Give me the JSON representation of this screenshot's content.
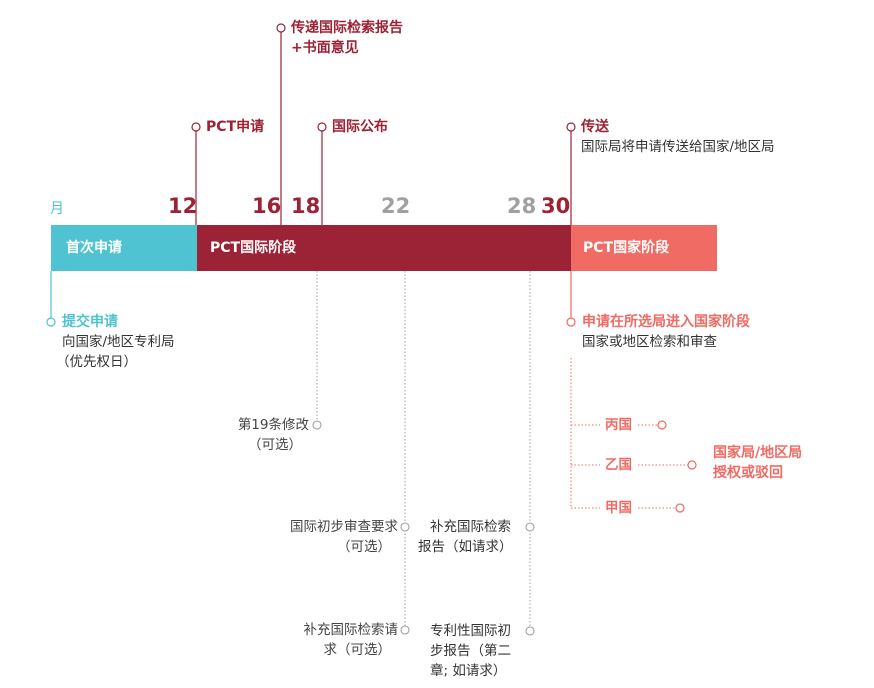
{
  "colors": {
    "teal": "#4fc3d2",
    "crimson": "#9b2335",
    "coral": "#f06b64",
    "gray": "#a0a0a0",
    "dark": "#333333"
  },
  "axis": {
    "unit": "月",
    "ticks": [
      "12",
      "16",
      "18",
      "22",
      "28",
      "30"
    ]
  },
  "phases": {
    "first_filing": "首次申请",
    "pct_international": "PCT国际阶段",
    "pct_national": "PCT国家阶段"
  },
  "events_top": {
    "transmit_report_line1": "传递国际检索报告",
    "transmit_report_line2": "+书面意见",
    "pct_filing": "PCT申请",
    "intl_publication": "国际公布",
    "transmittal_title": "传送",
    "transmittal_desc": "国际局将申请传送给国家/地区局"
  },
  "events_bottom": {
    "submit_title": "提交申请",
    "submit_line1": "向国家/地区专利局",
    "submit_line2": "（优先权日）",
    "art19_line1": "第19条修改",
    "art19_line2": "（可选）",
    "ipe_demand_line1": "国际初步审查要求",
    "ipe_demand_line2": "（可选）",
    "supp_search_req_line1": "补充国际检索请",
    "supp_search_req_line2": "求（可选）",
    "supp_report_line1": "补充国际检索",
    "supp_report_line2": "报告（如请求）",
    "iprp_line1": "专利性国际初",
    "iprp_line2": "步报告（第二",
    "iprp_line3": "章; 如请求）",
    "national_entry_title": "申请在所选局进入国家阶段",
    "national_entry_desc": "国家或地区检索和审查"
  },
  "offices": {
    "bing": "丙国",
    "yi": "乙国",
    "jia": "甲国",
    "result_line1": "国家局/地区局",
    "result_line2": "授权或驳回"
  }
}
